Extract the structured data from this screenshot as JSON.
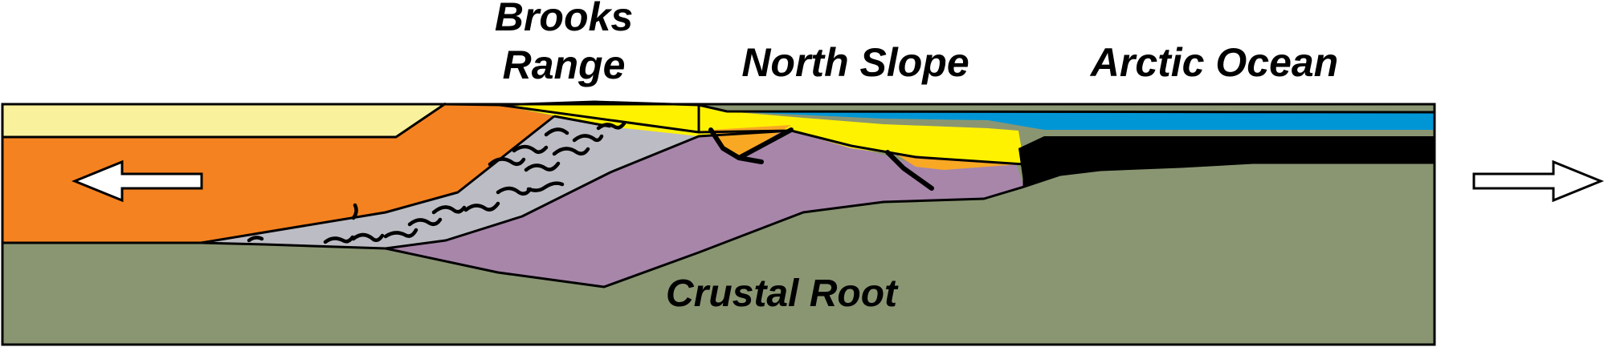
{
  "labels": {
    "brooks_line1": "Brooks",
    "brooks_line2": "Range",
    "north_slope": "North Slope",
    "arctic_ocean": "Arctic Ocean",
    "crustal_root": "Crustal Root"
  },
  "colors": {
    "pale_yellow": "#faf19c",
    "orange": "#f58220",
    "mantle_green": "#8a9672",
    "gray": "#bcbcc4",
    "purple": "#a886aa",
    "yellow": "#fff200",
    "light_orange": "#f9a824",
    "blue": "#0096d6",
    "black": "#000000",
    "arrow_fill": "#ffffff"
  }
}
